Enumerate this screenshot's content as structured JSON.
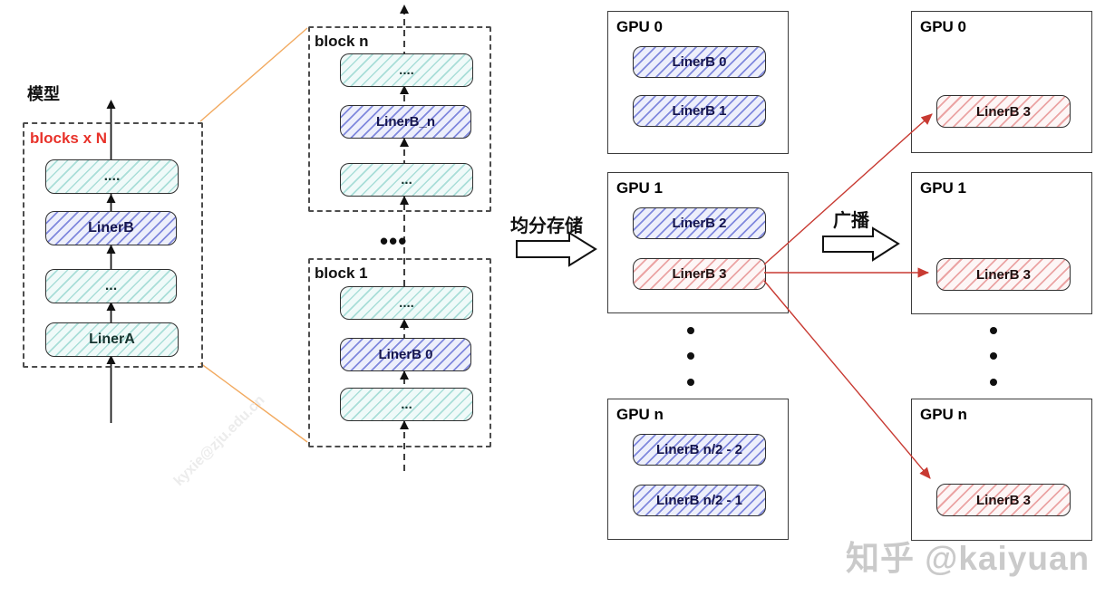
{
  "colors": {
    "accent_red": "#e8322a",
    "broadcast_line_red": "#c83a32",
    "connector_orange": "#f2aa60",
    "hatch_cyan": "#a9ded8",
    "hatch_blue": "#8088dd",
    "hatch_red": "#eba4a4",
    "watermark_gray": "#cacaca"
  },
  "model": {
    "title": "模型",
    "box_label": "blocks x N",
    "layers": [
      {
        "text": "....",
        "style": "cyan"
      },
      {
        "text": "LinerB",
        "style": "blue"
      },
      {
        "text": "...",
        "style": "cyan"
      },
      {
        "text": "LinerA",
        "style": "cyan"
      }
    ]
  },
  "zoom_blocks": {
    "block_n": {
      "label": "block n",
      "layers": [
        {
          "text": "....",
          "style": "cyan"
        },
        {
          "text": "LinerB_n",
          "style": "blue"
        },
        {
          "text": "...",
          "style": "cyan"
        }
      ]
    },
    "ellipsis": "•••",
    "block_1": {
      "label": "block 1",
      "layers": [
        {
          "text": "....",
          "style": "cyan"
        },
        {
          "text": "LinerB 0",
          "style": "blue"
        },
        {
          "text": "...",
          "style": "cyan"
        }
      ]
    }
  },
  "partition_arrow": {
    "label": "均分存储"
  },
  "broadcast_arrow": {
    "label": "广播"
  },
  "shard_column": {
    "vertical_ellipsis": "⋮",
    "gpus": [
      {
        "label": "GPU 0",
        "items": [
          {
            "text": "LinerB 0",
            "style": "blue"
          },
          {
            "text": "LinerB 1",
            "style": "blue"
          }
        ]
      },
      {
        "label": "GPU 1",
        "items": [
          {
            "text": "LinerB 2",
            "style": "blue"
          },
          {
            "text": "LinerB 3",
            "style": "red"
          }
        ]
      },
      {
        "label": "GPU n",
        "items": [
          {
            "text": "LinerB n/2 - 2",
            "style": "blue"
          },
          {
            "text": "LinerB n/2 - 1",
            "style": "blue"
          }
        ]
      }
    ]
  },
  "broadcast_column": {
    "vertical_ellipsis": "⋮",
    "gpus": [
      {
        "label": "GPU 0",
        "items": [
          {
            "text": "LinerB 3",
            "style": "red"
          }
        ]
      },
      {
        "label": "GPU 1",
        "items": [
          {
            "text": "LinerB 3",
            "style": "red"
          }
        ]
      },
      {
        "label": "GPU n",
        "items": [
          {
            "text": "LinerB 3",
            "style": "red"
          }
        ]
      }
    ]
  },
  "watermarks": {
    "diagonal": "kyxie@zju.edu.cn",
    "bottom": "知乎 @kaiyuan"
  }
}
